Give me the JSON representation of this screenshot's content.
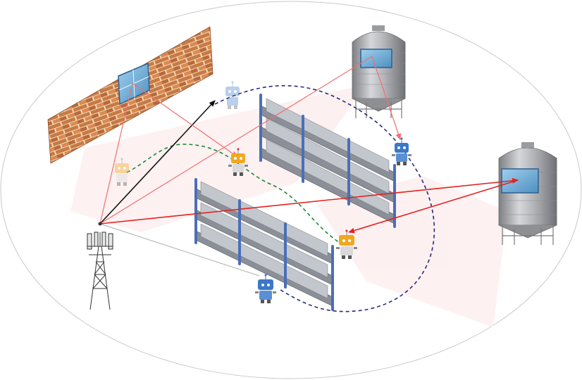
{
  "diagram": {
    "elements": [
      {
        "id": "coverage-ellipse",
        "kind": "boundary"
      },
      {
        "id": "base-station-tower",
        "kind": "transmitter"
      },
      {
        "id": "brick-wall-with-ris-panel",
        "kind": "reflector"
      },
      {
        "id": "silo-left-with-ris-panel",
        "kind": "reflector"
      },
      {
        "id": "silo-right-with-ris-panel",
        "kind": "reflector"
      },
      {
        "id": "shelf-rack-upper",
        "kind": "obstacle"
      },
      {
        "id": "shelf-rack-lower",
        "kind": "obstacle"
      },
      {
        "id": "robot-faded-top",
        "kind": "mobile-user"
      },
      {
        "id": "robot-faded-left",
        "kind": "mobile-user"
      },
      {
        "id": "robot-yellow-mid",
        "kind": "mobile-user"
      },
      {
        "id": "robot-blue-right",
        "kind": "mobile-user"
      },
      {
        "id": "robot-yellow-right",
        "kind": "mobile-user"
      },
      {
        "id": "robot-blue-bottom",
        "kind": "mobile-user"
      }
    ],
    "links": {
      "direct_black": "#111111",
      "reflected_red": "#e32222",
      "reflected_light_red": "#f07070",
      "blocked_grey": "#bbbbbb",
      "trajectory_green": "#1a8a3a",
      "trajectory_navy": "#2a2a7a"
    },
    "colors": {
      "brick": "#c77a45",
      "mortar": "#f2d7b5",
      "silo": "#a7a9ad",
      "rack_post": "#4b6fb8",
      "robot_blue": "#3a78c8",
      "robot_yellow": "#f0a820",
      "beam_shade": "#fdeeee"
    }
  }
}
